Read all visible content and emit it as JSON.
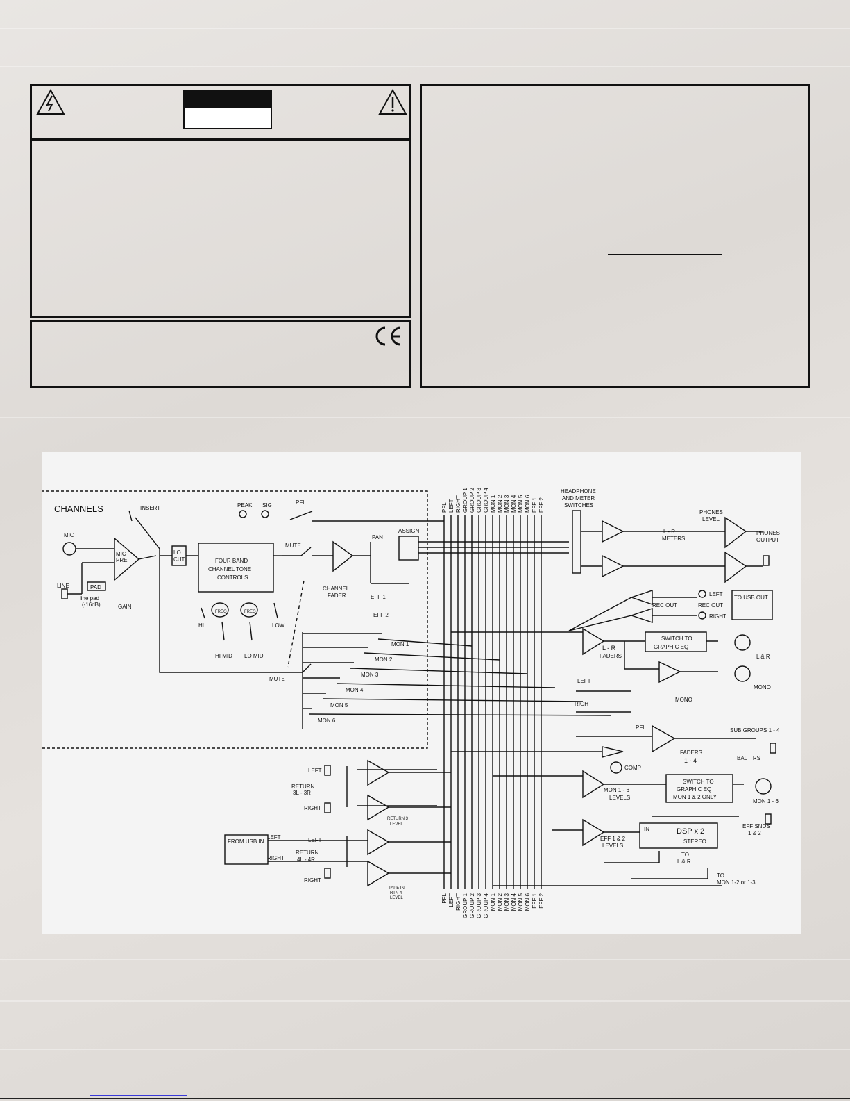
{
  "diagram": {
    "channels_title": "CHANNELS",
    "labels": {
      "insert": "INSERT",
      "mic": "MIC",
      "line": "LINE",
      "mic_pre_1": "MIC",
      "mic_pre_2": "PRE",
      "pad": "PAD",
      "line_pad_1": "line pad",
      "line_pad_2": "(-16dB)",
      "gain": "GAIN",
      "lo_cut_1": "LO",
      "lo_cut_2": "CUT",
      "tone_1": "FOUR BAND",
      "tone_2": "CHANNEL TONE",
      "tone_3": "CONTROLS",
      "hi": "HI",
      "hi_mid": "HI MID",
      "lo_mid": "LO MID",
      "low": "LOW",
      "freq": "FREQ",
      "peak": "PEAK",
      "sig": "SIG",
      "pfl": "PFL",
      "mute": "MUTE",
      "mute2": "MUTE",
      "channel_fader_1": "CHANNEL",
      "channel_fader_2": "FADER",
      "pan": "PAN",
      "assign": "ASSIGN",
      "eff1": "EFF 1",
      "eff2": "EFF 2",
      "mon1": "MON 1",
      "mon2": "MON 2",
      "mon3": "MON 3",
      "mon4": "MON 4",
      "mon5": "MON 5",
      "mon6": "MON 6",
      "hp_switch_1": "HEADPHONE",
      "hp_switch_2": "AND METER",
      "hp_switch_3": "SWITCHES",
      "lr_meters_1": "L - R",
      "lr_meters_2": "METERS",
      "phones_level_1": "PHONES",
      "phones_level_2": "LEVEL",
      "phones_out_1": "PHONES",
      "phones_out_2": "OUTPUT",
      "rec_out_1": "REC OUT",
      "rec_out_2": "REC OUT",
      "left": "LEFT",
      "right": "RIGHT",
      "to_usb_out": "TO USB OUT",
      "lr_faders_1": "L - R",
      "lr_faders_2": "FADERS",
      "switch_graphic_1": "SWITCH   TO",
      "switch_graphic_2": "GRAPHIC    EQ",
      "lr_out": "L & R",
      "mono": "MONO",
      "mono_out": "MONO",
      "sub_left": "LEFT",
      "sub_right": "RIGHT",
      "pfl2": "PFL",
      "sub_groups": "SUB GROUPS 1 - 4",
      "faders_1_4_a": "FADERS",
      "faders_1_4_b": "1 - 4",
      "bal": "BAL",
      "trs": "TRS",
      "comp": "COMP",
      "mon_levels_1": "MON 1 - 6",
      "mon_levels_2": "LEVELS",
      "switch_mon_1": "SWITCH    TO",
      "switch_mon_2": "GRAPHIC     EQ",
      "switch_mon_3": "MON 1 & 2 ONLY",
      "mon_out": "MON 1 - 6",
      "eff_levels_1": "EFF 1 & 2",
      "eff_levels_2": "LEVELS",
      "dsp_in": "IN",
      "dsp": "DSP   x 2",
      "dsp_stereo": "STEREO",
      "eff_snds_1": "EFF SNDS",
      "eff_snds_2": "1 & 2",
      "to_lr_1": "TO",
      "to_lr_2": "L & R",
      "to_mon_1": "TO",
      "to_mon_2": "MON 1-2 or 1-3",
      "ret3_left": "LEFT",
      "ret3_1": "RETURN",
      "ret3_2": "3L - 3R",
      "ret3_right": "RIGHT",
      "ret3_level_1": "RETURN 3",
      "ret3_level_2": "LEVEL",
      "from_usb_in": "FROM USB IN",
      "usb_left": "LEFT",
      "usb_right": "RIGHT",
      "ret4_left": "LEFT",
      "ret4_1": "RETURN",
      "ret4_2": "4L - 4R",
      "ret4_right": "RIGHT",
      "tape_1": "TAPE IN",
      "tape_2": "RTN 4",
      "tape_3": "LEVEL"
    },
    "bus_labels": [
      "PFL",
      "LEFT",
      "RIGHT",
      "GROUP 1",
      "GROUP 2",
      "GROUP 3",
      "GROUP 4",
      "MON 1",
      "MON 2",
      "MON 3",
      "MON 4",
      "MON 5",
      "MON 6",
      "EFF 1",
      "EFF 2"
    ]
  }
}
